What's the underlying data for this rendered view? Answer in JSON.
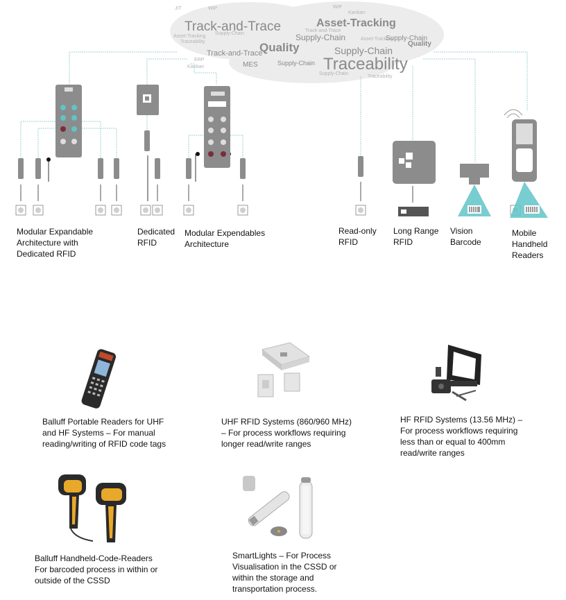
{
  "cloud": {
    "large_words": [
      "Track-and-Trace",
      "Asset-Tracking",
      "Quality",
      "Supply-Chain",
      "Traceability"
    ],
    "small_words": [
      "Asset-Tracking",
      "Supply-Chain",
      "Traceability",
      "Track-and-Trace",
      "Quality",
      "MES",
      "ERP",
      "Kanban",
      "WIP",
      "JIT"
    ]
  },
  "architecture_labels": {
    "modular_expandable": "Modular Expandable\nArchitecture with\nDedicated RFID",
    "dedicated_rfid": "Dedicated\nRFID",
    "modular_expendables": "Modular Expendables\nArchitecture",
    "read_only": "Read-only\nRFID",
    "long_range": "Long Range\nRFID",
    "vision": "Vision\nBarcode",
    "mobile": "Mobile\nHandheld\nReaders"
  },
  "products": {
    "portable_readers": "Balluff Portable Readers for UHF\nand HF Systems – For manual\nreading/writing of RFID code tags",
    "uhf": "UHF RFID Systems (860/960 MHz)\n– For process workflows requiring\nlonger read/write ranges",
    "hf": "HF RFID Systems (13.56 MHz) –\nFor process workflows requiring\nless than or equal to 400mm\nread/write ranges",
    "handheld_code": "Balluff Handheld-Code-Readers\nFor barcoded process in within or\noutside of the CSSD",
    "smartlights": "SmartLights – For Process\nVisualisation in the CSSD or\nwithin the storage and\ntransportation process."
  },
  "colors": {
    "device_gray": "#8c8c8c",
    "teal": "#5fc4c8",
    "line_teal": "#9dd6d6",
    "dark_red": "#7a2c3a",
    "yellow": "#e8a92a"
  }
}
